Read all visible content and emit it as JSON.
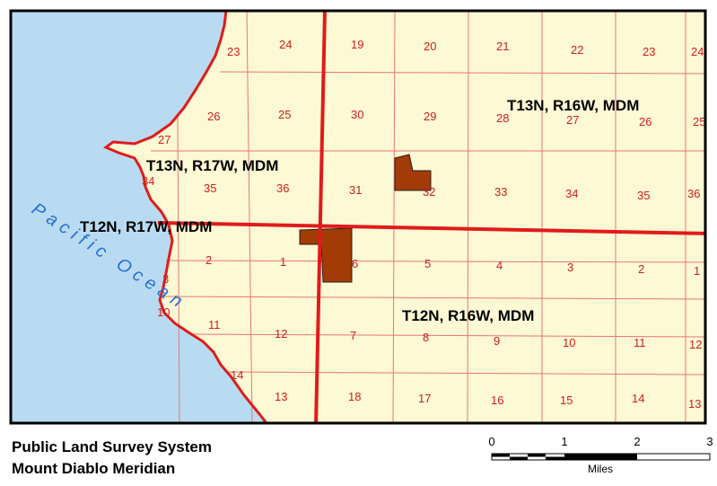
{
  "map": {
    "land_color": "#fdf9d4",
    "water_color": "#b9dbf1",
    "section_line_color": "#e8767a",
    "township_line_color": "#e01b1b",
    "parcel_color": "#a33b06",
    "ocean_label": "Pacific Ocean",
    "townships": [
      {
        "id": "ne",
        "label": "T13N, R16W, MDM"
      },
      {
        "id": "nw",
        "label": "T13N, R17W, MDM"
      },
      {
        "id": "sw",
        "label": "T12N, R17W, MDM"
      },
      {
        "id": "se",
        "label": "T12N, R16W, MDM"
      }
    ],
    "sections": {
      "row1": [
        "23",
        "24",
        "19",
        "20",
        "21",
        "22",
        "23",
        "24"
      ],
      "row2": [
        "26",
        "25",
        "30",
        "29",
        "28",
        "27",
        "26",
        "25"
      ],
      "row2_extra": [
        "27"
      ],
      "row3": [
        "34",
        "35",
        "36",
        "31",
        "32",
        "33",
        "34",
        "35",
        "36"
      ],
      "row4": [
        "2",
        "1",
        "6",
        "5",
        "4",
        "3",
        "2",
        "1"
      ],
      "row5": [
        "3"
      ],
      "row6": [
        "10",
        "11",
        "12",
        "7",
        "8",
        "9",
        "10",
        "11",
        "12"
      ],
      "row7": [
        "14",
        "13",
        "18",
        "17",
        "16",
        "15",
        "14",
        "13"
      ]
    }
  },
  "footer": {
    "title_line1": "Public Land Survey System",
    "title_line2": "Mount Diablo Meridian"
  },
  "scale_bar": {
    "ticks": [
      "0",
      "1",
      "2",
      "3"
    ],
    "unit": "Miles"
  }
}
